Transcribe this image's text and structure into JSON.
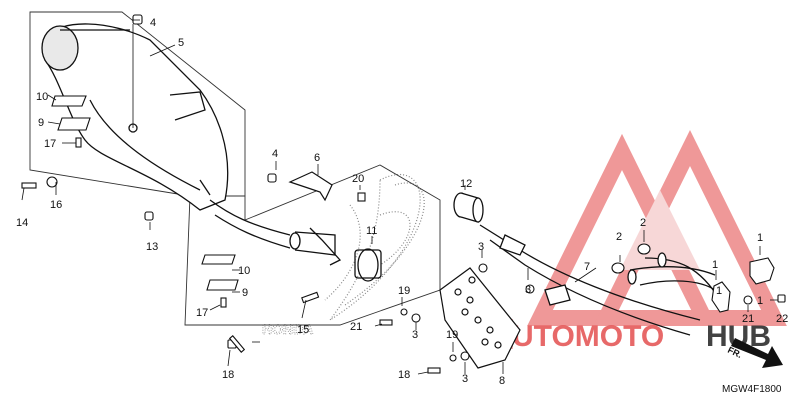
{
  "watermark": {
    "text_main": "UTOMOTO",
    "text_hub": "HUB",
    "colors": {
      "red": "#e24444",
      "dark": "#222222",
      "fade": "#f2b8b8"
    }
  },
  "honda_wing_text": "HONDA",
  "diagram_code": "MGW4F1800",
  "direction_label": "FR.",
  "callouts": [
    "1",
    "1",
    "1",
    "1",
    "2",
    "2",
    "3",
    "3",
    "3",
    "3",
    "4",
    "4",
    "5",
    "6",
    "7",
    "8",
    "9",
    "9",
    "10",
    "10",
    "11",
    "12",
    "13",
    "14",
    "15",
    "16",
    "17",
    "17",
    "18",
    "18",
    "19",
    "19",
    "20",
    "21",
    "21",
    "22"
  ]
}
